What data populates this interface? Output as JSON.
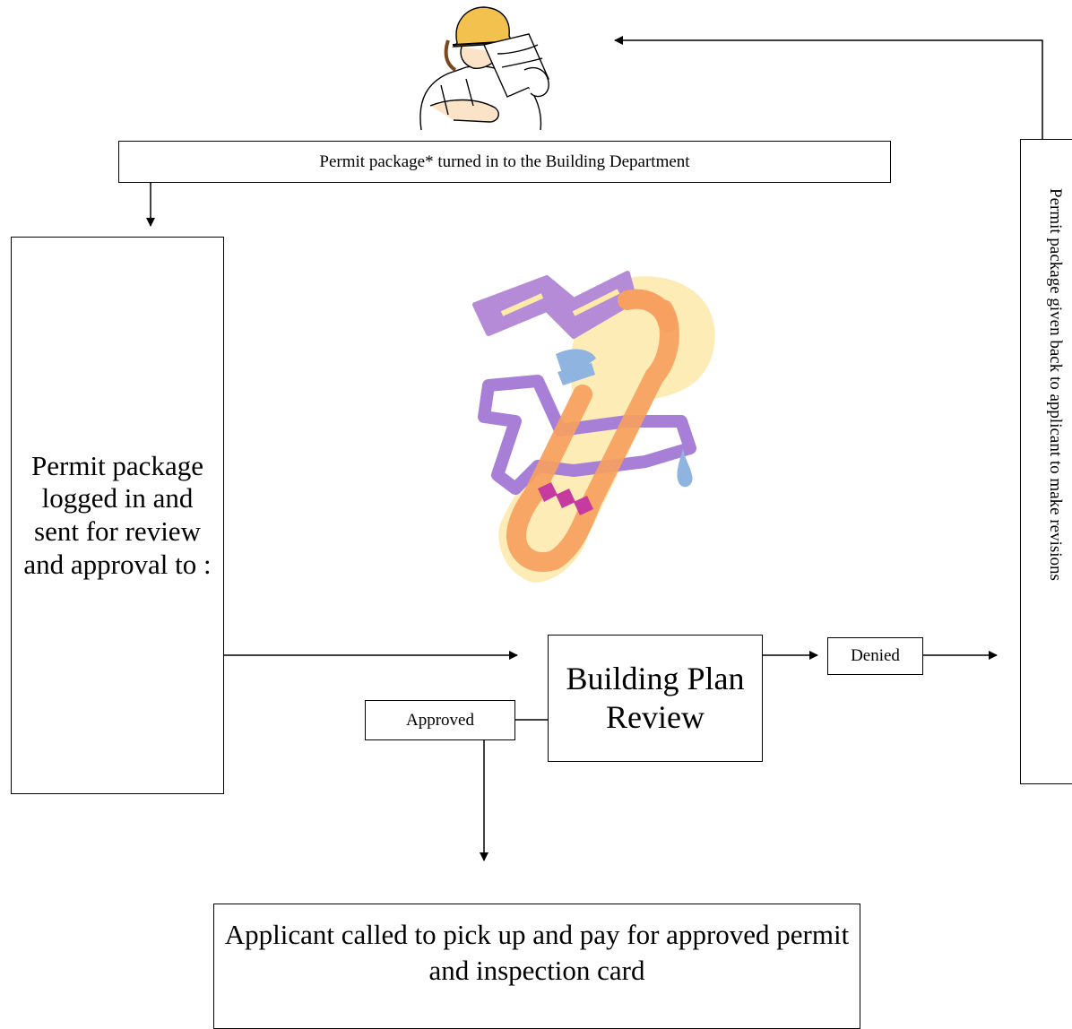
{
  "diagram": {
    "top_box": "Permit package* turned in to the Building Department",
    "left_box": "Permit package logged in and sent for review and approval to :",
    "review_box": "Building Plan Review",
    "denied_box": "Denied",
    "approved_box": "Approved",
    "bottom_box": "Applicant called to pick up and pay for approved permit and inspection card",
    "right_box": "Permit package given back to applicant to make revisions"
  },
  "icons": {
    "person": "construction-worker-with-blueprints-icon",
    "tool": "faucet-and-wrench-icon"
  }
}
